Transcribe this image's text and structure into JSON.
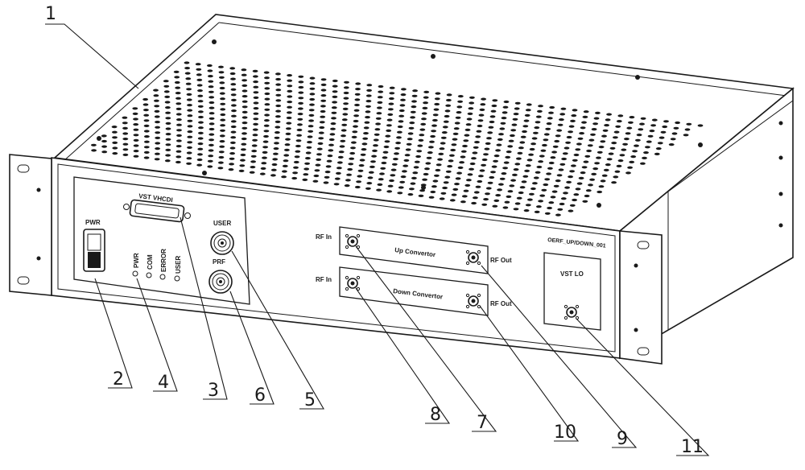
{
  "panel": {
    "vhcdi_label": "VST VHCDI",
    "pwr_switch_label": "PWR",
    "user_label": "USER",
    "prf_label": "PRF",
    "led_pwr": "PWR",
    "led_com": "COM",
    "led_error": "ERROR",
    "led_user": "USER",
    "rf_in_upper": "RF In",
    "rf_in_lower": "RF In",
    "rf_out_upper": "RF Out",
    "rf_out_lower": "RF Out",
    "up_converter": "Up Convertor",
    "down_converter": "Down Convertor",
    "model_id": "OERF_UP/DOWN_001",
    "vst_lo": "VST LO"
  },
  "callouts": [
    "1",
    "2",
    "4",
    "3",
    "6",
    "5",
    "8",
    "7",
    "10",
    "9",
    "11"
  ]
}
